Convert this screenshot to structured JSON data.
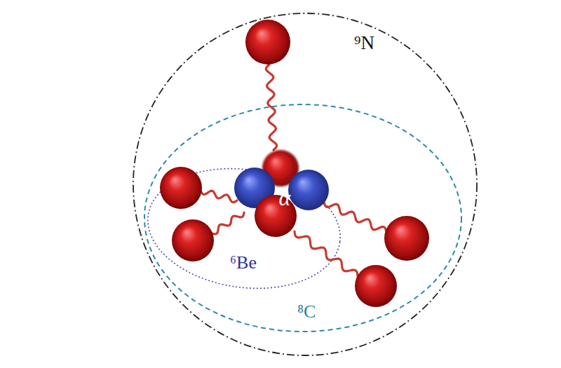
{
  "diagram": {
    "nodes": [
      {
        "text": [
          "⁹N"
        ]
      },
      {
        "text": [
          "⁸C"
        ],
        "in": 0
      },
      {
        "text": [
          "⁶Be"
        ],
        "in": 1
      }
    ],
    "labels": [
      "α"
    ]
  }
}
